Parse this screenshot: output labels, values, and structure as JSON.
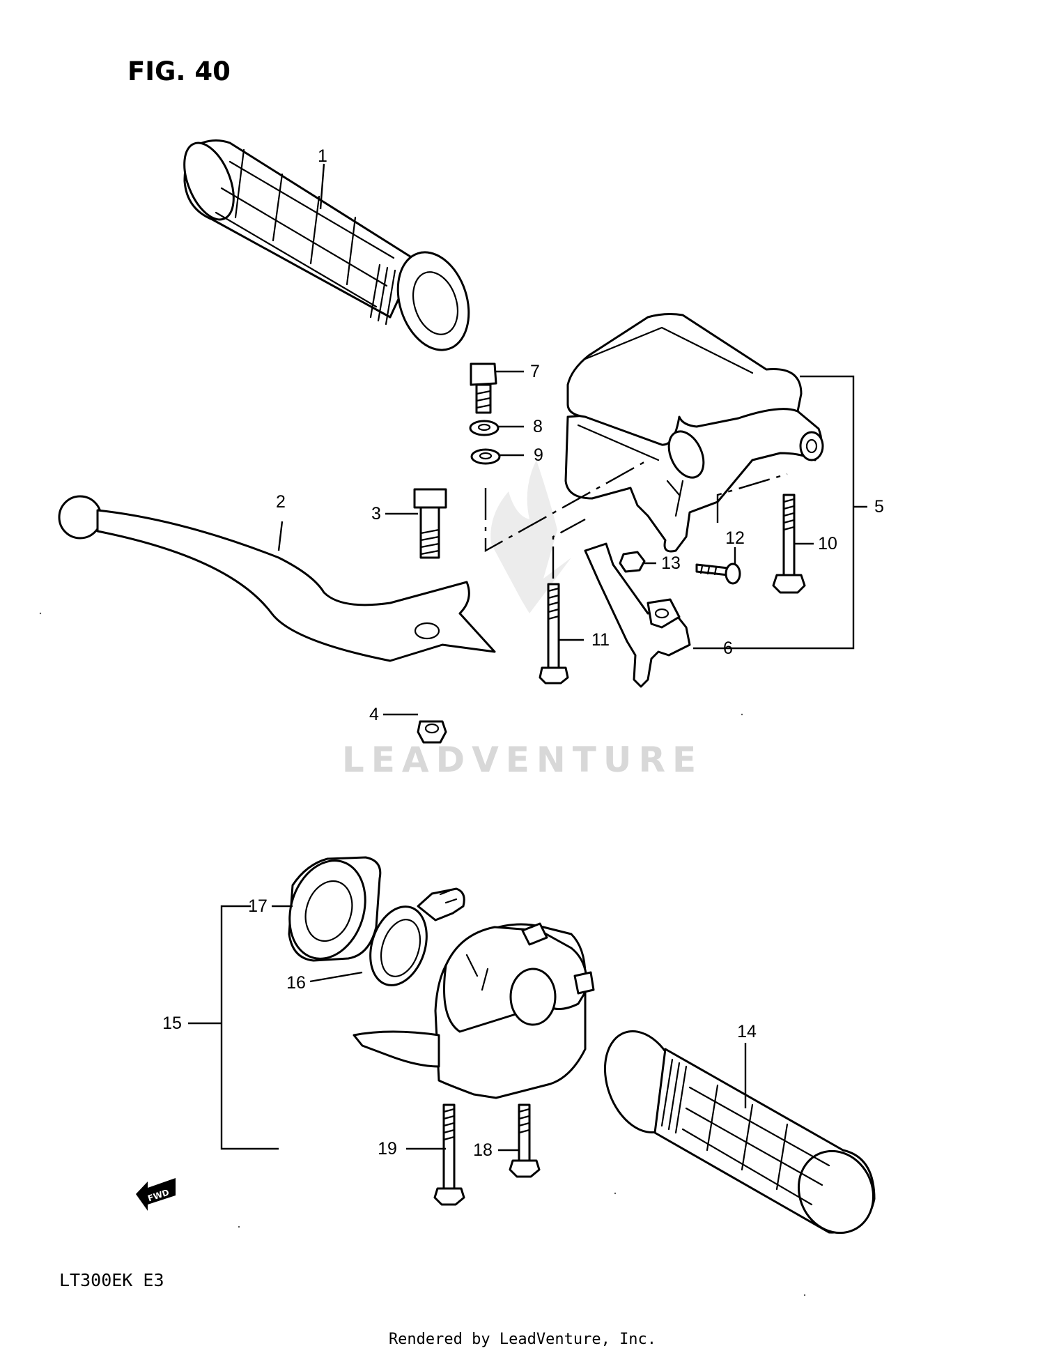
{
  "figure": {
    "title": "FIG. 40",
    "model": "LT300EK  E3",
    "credit": "Rendered by LeadVenture, Inc.",
    "watermark": "LEADVENTURE",
    "direction_badge": "FWD"
  },
  "callouts": [
    "1",
    "2",
    "3",
    "4",
    "5",
    "6",
    "7",
    "8",
    "9",
    "10",
    "11",
    "12",
    "13",
    "14",
    "15",
    "16",
    "17",
    "18",
    "19"
  ],
  "colors": {
    "ink": "#000000",
    "paper": "#ffffff",
    "watermark": "#d8d8d8"
  }
}
